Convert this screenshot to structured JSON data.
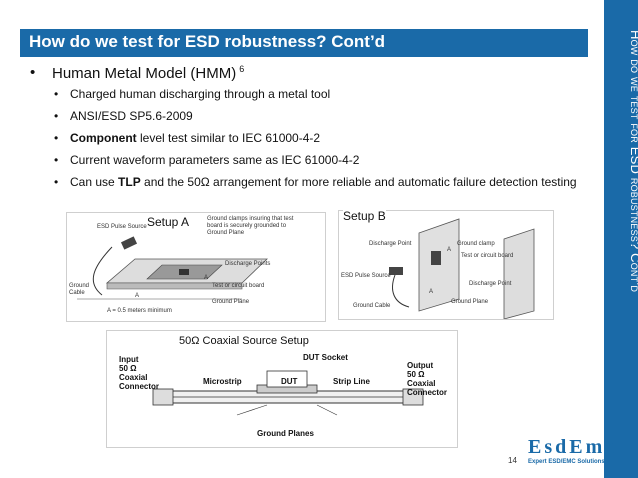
{
  "slide": {
    "title": "How do we test for ESD robustness? Cont’d",
    "side_title": "How do we test for ESD robustness? Cont’d",
    "page_number": "14"
  },
  "bullets": {
    "main": "Human Metal Model (HMM)",
    "main_sup": "6",
    "sub": [
      {
        "text": "Charged human discharging through a metal tool"
      },
      {
        "text": "ANSI/ESD SP5.6-2009"
      },
      {
        "bold": "Component",
        "rest": " level test similar to IEC 61000-4-2"
      },
      {
        "text": "Current waveform parameters same as IEC 61000-4-2"
      },
      {
        "pre": "Can use ",
        "bold": "TLP",
        "rest": " and the 50Ω arrangement for more reliable and automatic failure detection testing"
      }
    ]
  },
  "setup_a": {
    "title": "Setup A",
    "labels": {
      "pulse_source": "ESD Pulse Source",
      "clamps": "Ground clamps insuring that test board is securely grounded to Ground Plane",
      "discharge": "Discharge Points",
      "board": "Test or circuit board",
      "plane": "Ground Plane",
      "cable": "Ground Cable",
      "a_label": "A",
      "a_b": "A",
      "a_def": "A = 0.5 meters minimum"
    }
  },
  "setup_b": {
    "title": "Setup B",
    "labels": {
      "discharge": "Discharge Point",
      "clamp": "Ground clamp",
      "board": "Test or circuit board",
      "pulse_source": "ESD Pulse Source",
      "discharge2": "Discharge Point",
      "cable": "Ground Cable",
      "plane": "Ground Plane",
      "a1": "A",
      "a2": "A"
    }
  },
  "coax": {
    "title": "50Ω Coaxial Source Setup",
    "input": "Input\n50 Ω\nCoaxial\nConnector",
    "output": "Output\n50 Ω\nCoaxial\nConnector",
    "dut_socket": "DUT Socket",
    "microstrip": "Microstrip",
    "dut": "DUT",
    "strip_line": "Strip Line",
    "ground_planes": "Ground Planes"
  },
  "logo": {
    "name": "EsdEmc",
    "tagline": "Expert ESD/EMC Solutions"
  },
  "colors": {
    "accent": "#1a6aa8"
  }
}
